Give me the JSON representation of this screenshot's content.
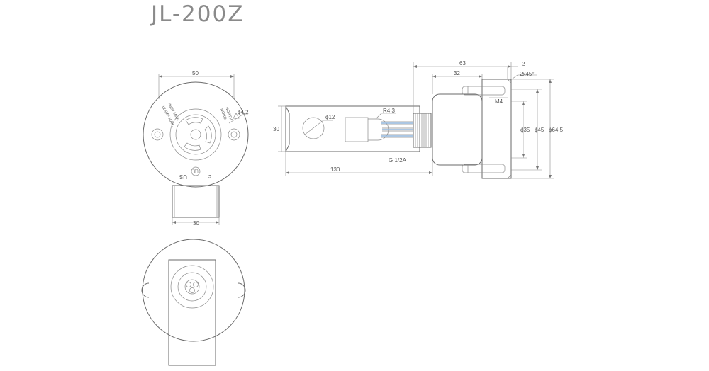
{
  "title": "JL-200Z",
  "front_view": {
    "dim_width": "50",
    "dim_hole": "ϕ4.2",
    "dim_base": "30",
    "label_rating": [
      "12AMP MAX.",
      "480V MAX."
    ],
    "label_side": [
      "NORTH",
      "NORD"
    ],
    "label_cert_left": "c",
    "label_cert_right": "US"
  },
  "side_view": {
    "dim_height": "30",
    "dim_window": "ϕ12",
    "dim_radius": "R4.3",
    "dim_thread": "G 1/2A",
    "dim_length": "130"
  },
  "end_view": {
    "dim_total": "63",
    "dim_inner": "32",
    "dim_edge": "2",
    "dim_chamfer": "2x45°",
    "dim_screw": "M4",
    "dim_d35": "ϕ35",
    "dim_d45": "ϕ45",
    "dim_d645": "ϕ64.5"
  }
}
